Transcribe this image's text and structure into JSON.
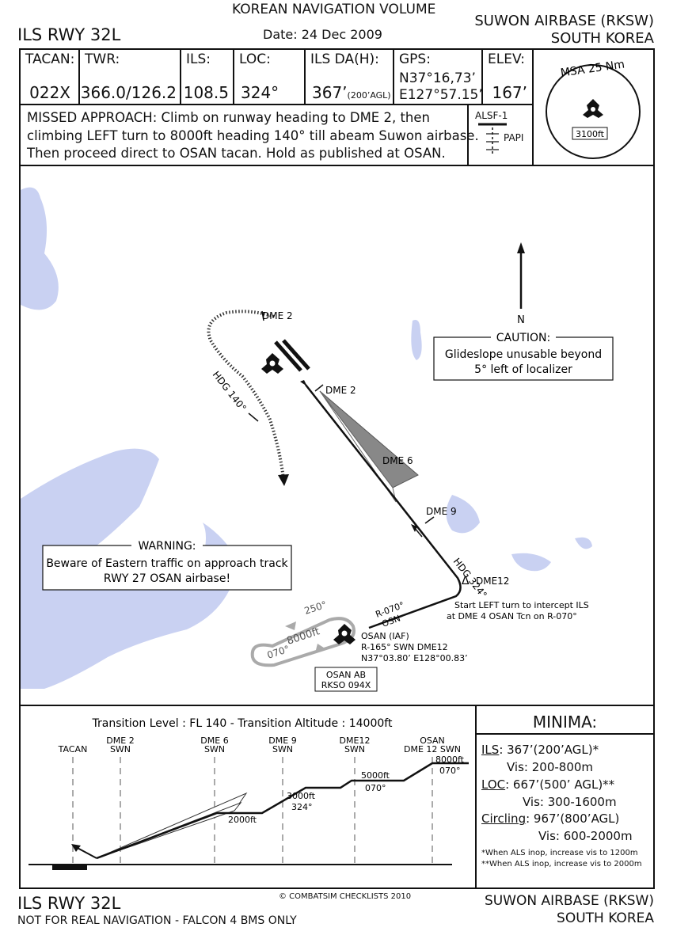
{
  "header": {
    "volume": "KOREAN NAVIGATION VOLUME",
    "procedure": "ILS RWY 32L",
    "date": "Date: 24 Dec 2009",
    "airbase": "SUWON AIRBASE (RKSW)",
    "country": "SOUTH KOREA"
  },
  "info": {
    "tacan_label": "TACAN:",
    "tacan": "022X",
    "twr_label": "TWR:",
    "twr": "366.0/126.2",
    "ils_label": "ILS:",
    "ils": "108.5",
    "loc_label": "LOC:",
    "loc": "324°",
    "da_label": "ILS DA(H):",
    "da": "367’",
    "da_agl": "(200’AGL)",
    "gps_label": "GPS:",
    "gps_lat": "N37°16,73’",
    "gps_lon": "E127°57.15’",
    "elev_label": "ELEV:",
    "elev": "167’"
  },
  "missed_approach": {
    "line1": "MISSED APPROACH: Climb on runway heading to DME 2, then",
    "line2": "climbing LEFT turn to 8000ft  heading 140° till abeam Suwon airbase.",
    "line3": "Then proceed direct to OSAN tacan.  Hold as published at OSAN."
  },
  "lighting": {
    "alsf": "ALSF-1",
    "papi": "PAPI"
  },
  "msa": {
    "label": "MSA 25 Nm",
    "altitude": "3100ft"
  },
  "plan": {
    "north": "N",
    "caution_title": "CAUTION:",
    "caution_line1": "Glideslope unusable beyond",
    "caution_line2": "5° left of localizer",
    "warning_title": "WARNING:",
    "warning_line1": "Beware of Eastern traffic on approach track",
    "warning_line2": "RWY 27 OSAN airbase!",
    "dme2_missed": "DME 2",
    "hdg140": "HDG 140°",
    "dme2": "DME 2",
    "dme6": "DME 6",
    "dme9": "DME 9",
    "hdg324": "HDG 324°",
    "dme12": "DME12",
    "delta": "Δ",
    "turn_line1": "Start LEFT turn to intercept ILS",
    "turn_line2": "at DME 4 OSAN Tcn on R-070°",
    "radial": "R-070°",
    "radial_osn": "OSN",
    "hold_250": "250°",
    "hold_alt": "8000ft",
    "hold_070": "070°",
    "osan_iaf": "OSAN (IAF)",
    "osan_radial": "R-165° SWN DME12",
    "osan_coords": "N37°03.80’ E128°00.83’",
    "osan_ab": "OSAN  AB",
    "osan_tacan": "RKSO 094X"
  },
  "profile": {
    "transition": "Transition Level : FL 140  -  Transition Altitude : 14000ft",
    "fixes": [
      {
        "l1": "TACAN",
        "l2": ""
      },
      {
        "l1": "DME 2",
        "l2": "SWN"
      },
      {
        "l1": "DME 6",
        "l2": "SWN"
      },
      {
        "l1": "DME 9",
        "l2": "SWN"
      },
      {
        "l1": "DME12",
        "l2": "SWN"
      },
      {
        "l1": "OSAN",
        "l2": "DME 12 SWN"
      }
    ],
    "alt_2000": "2000ft",
    "alt_3000": "3000ft",
    "hdg_324": "324°",
    "alt_5000": "5000ft",
    "hdg_070a": "070°",
    "alt_8000": "8000ft",
    "hdg_070b": "070°"
  },
  "minima": {
    "title": "MINIMA:",
    "ils_label": "ILS",
    "ils_value": ": 367’(200’AGL)*",
    "ils_vis": "Vis: 200-800m",
    "loc_label": "LOC",
    "loc_value": ": 667’(500’ AGL)**",
    "loc_vis": "Vis: 300-1600m",
    "circ_label": "Circling",
    "circ_value": ": 967’(800’AGL)",
    "circ_vis": "Vis: 600-2000m",
    "note1": "*When ALS inop, increase vis to 1200m",
    "note2": "**When ALS inop, increase vis to 2000m"
  },
  "footer": {
    "procedure": "ILS RWY 32L",
    "disclaimer": "NOT FOR REAL NAVIGATION - FALCON 4 BMS ONLY",
    "copyright": "© COMBATSIM CHECKLISTS 2010",
    "airbase": "SUWON AIRBASE (RKSW)",
    "country": "SOUTH KOREA"
  }
}
